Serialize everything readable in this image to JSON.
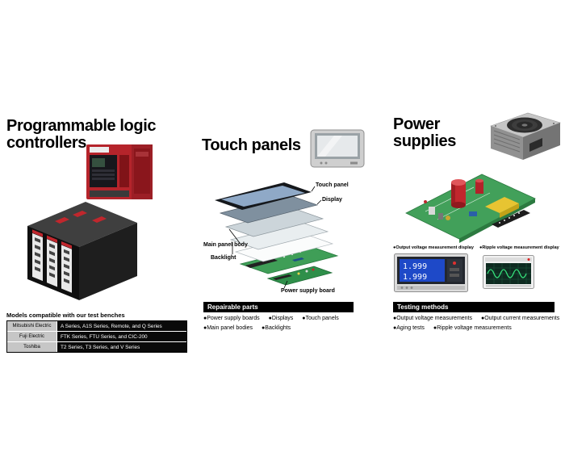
{
  "colors": {
    "accent_red": "#c1272d",
    "pcb_green": "#42a05a",
    "meter_screen_blue": "#1e49c8",
    "waveform_green": "#35e07a",
    "header_bar_black": "#000000"
  },
  "plc": {
    "title": "Programmable logic controllers",
    "compat_heading": "Models compatible with our test benches",
    "table": [
      {
        "vendor": "Mitsubishi Electric",
        "series": "A Series, A1S Series, Remote, and Q Series"
      },
      {
        "vendor": "Fuji Electric",
        "series": "FTK Series, FTU Series, and CIC-200"
      },
      {
        "vendor": "Toshiba",
        "series": "T2 Series, T3 Series, and V Series"
      }
    ]
  },
  "touch": {
    "title": "Touch panels",
    "diagram_labels": {
      "touch_panel": "Touch panel",
      "display": "Display",
      "main_panel_body": "Main panel body",
      "backlight": "Backlight",
      "power_supply_board": "Power supply board"
    },
    "repairable": {
      "header": "Repairable parts",
      "row1": [
        "●Power supply boards",
        "●Displays",
        "●Touch panels"
      ],
      "row2": [
        "●Main panel bodies",
        "●Backlights"
      ]
    }
  },
  "power": {
    "title": "Power supplies",
    "output_caption": "●Output voltage measurement display",
    "ripple_caption": "●Ripple voltage measurement display",
    "meter_reading_1": "1.999",
    "meter_reading_2": "1.999",
    "testing": {
      "header": "Testing methods",
      "row1": [
        "●Output voltage measurements",
        "●Output current measurements"
      ],
      "row2": [
        "●Aging tests",
        "●Ripple voltage measurements"
      ]
    }
  }
}
